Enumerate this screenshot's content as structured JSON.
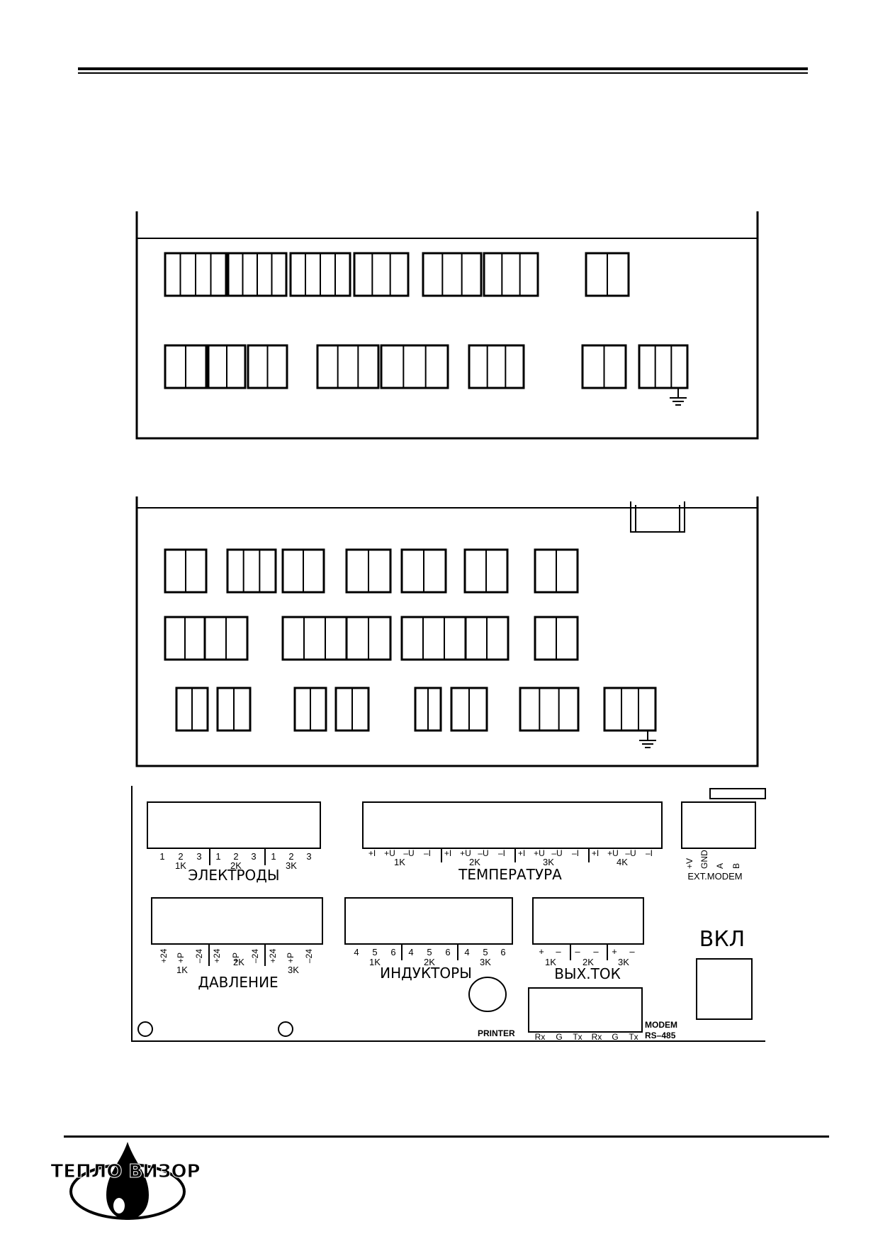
{
  "panel3": {
    "electrodes": {
      "pins": [
        "1",
        "2",
        "3",
        "1",
        "2",
        "3",
        "1",
        "2",
        "3"
      ],
      "groups": [
        "1K",
        "2K",
        "3K"
      ],
      "title": "ЭЛЕКТРОДЫ"
    },
    "temperature": {
      "pins": [
        "+I",
        "+U",
        "–U",
        "–I",
        "+I",
        "+U",
        "–U",
        "–I",
        "+I",
        "+U",
        "–U",
        "–I",
        "+I",
        "+U",
        "–U",
        "–I"
      ],
      "groups": [
        "1K",
        "2K",
        "3K",
        "4K"
      ],
      "title": "ТЕМПЕРАТУРА"
    },
    "ext_modem": {
      "pins": [
        "+V",
        "GND",
        "A",
        "B"
      ],
      "title": "EXT.MODEM"
    },
    "pressure": {
      "pins": [
        "+24",
        "+P",
        "–24",
        "+24",
        "+P",
        "–24",
        "+24",
        "+P",
        "–24"
      ],
      "groups": [
        "1K",
        "2K",
        "3K"
      ],
      "title": "ДАВЛЕНИЕ"
    },
    "inductors": {
      "pins": [
        "4",
        "5",
        "6",
        "4",
        "5",
        "6",
        "4",
        "5",
        "6"
      ],
      "groups": [
        "1K",
        "2K",
        "3K"
      ],
      "title": "ИНДУКТОРЫ"
    },
    "output_current": {
      "pins": [
        "+",
        "–",
        "–",
        "–",
        "+",
        "–"
      ],
      "groups": [
        "1K",
        "2K",
        "3K"
      ],
      "title": "ВЫХ.ТОК"
    },
    "power": {
      "title": "ВКЛ"
    },
    "serial": {
      "printer": "PRINTER",
      "modem_top": "MODEM",
      "modem_bottom": "RS–485",
      "pins": [
        "Rx",
        "G",
        "Tx",
        "Rx",
        "G",
        "Tx"
      ]
    }
  },
  "logo": {
    "left": "ТЕПЛО",
    "right": "ВИЗОР"
  }
}
